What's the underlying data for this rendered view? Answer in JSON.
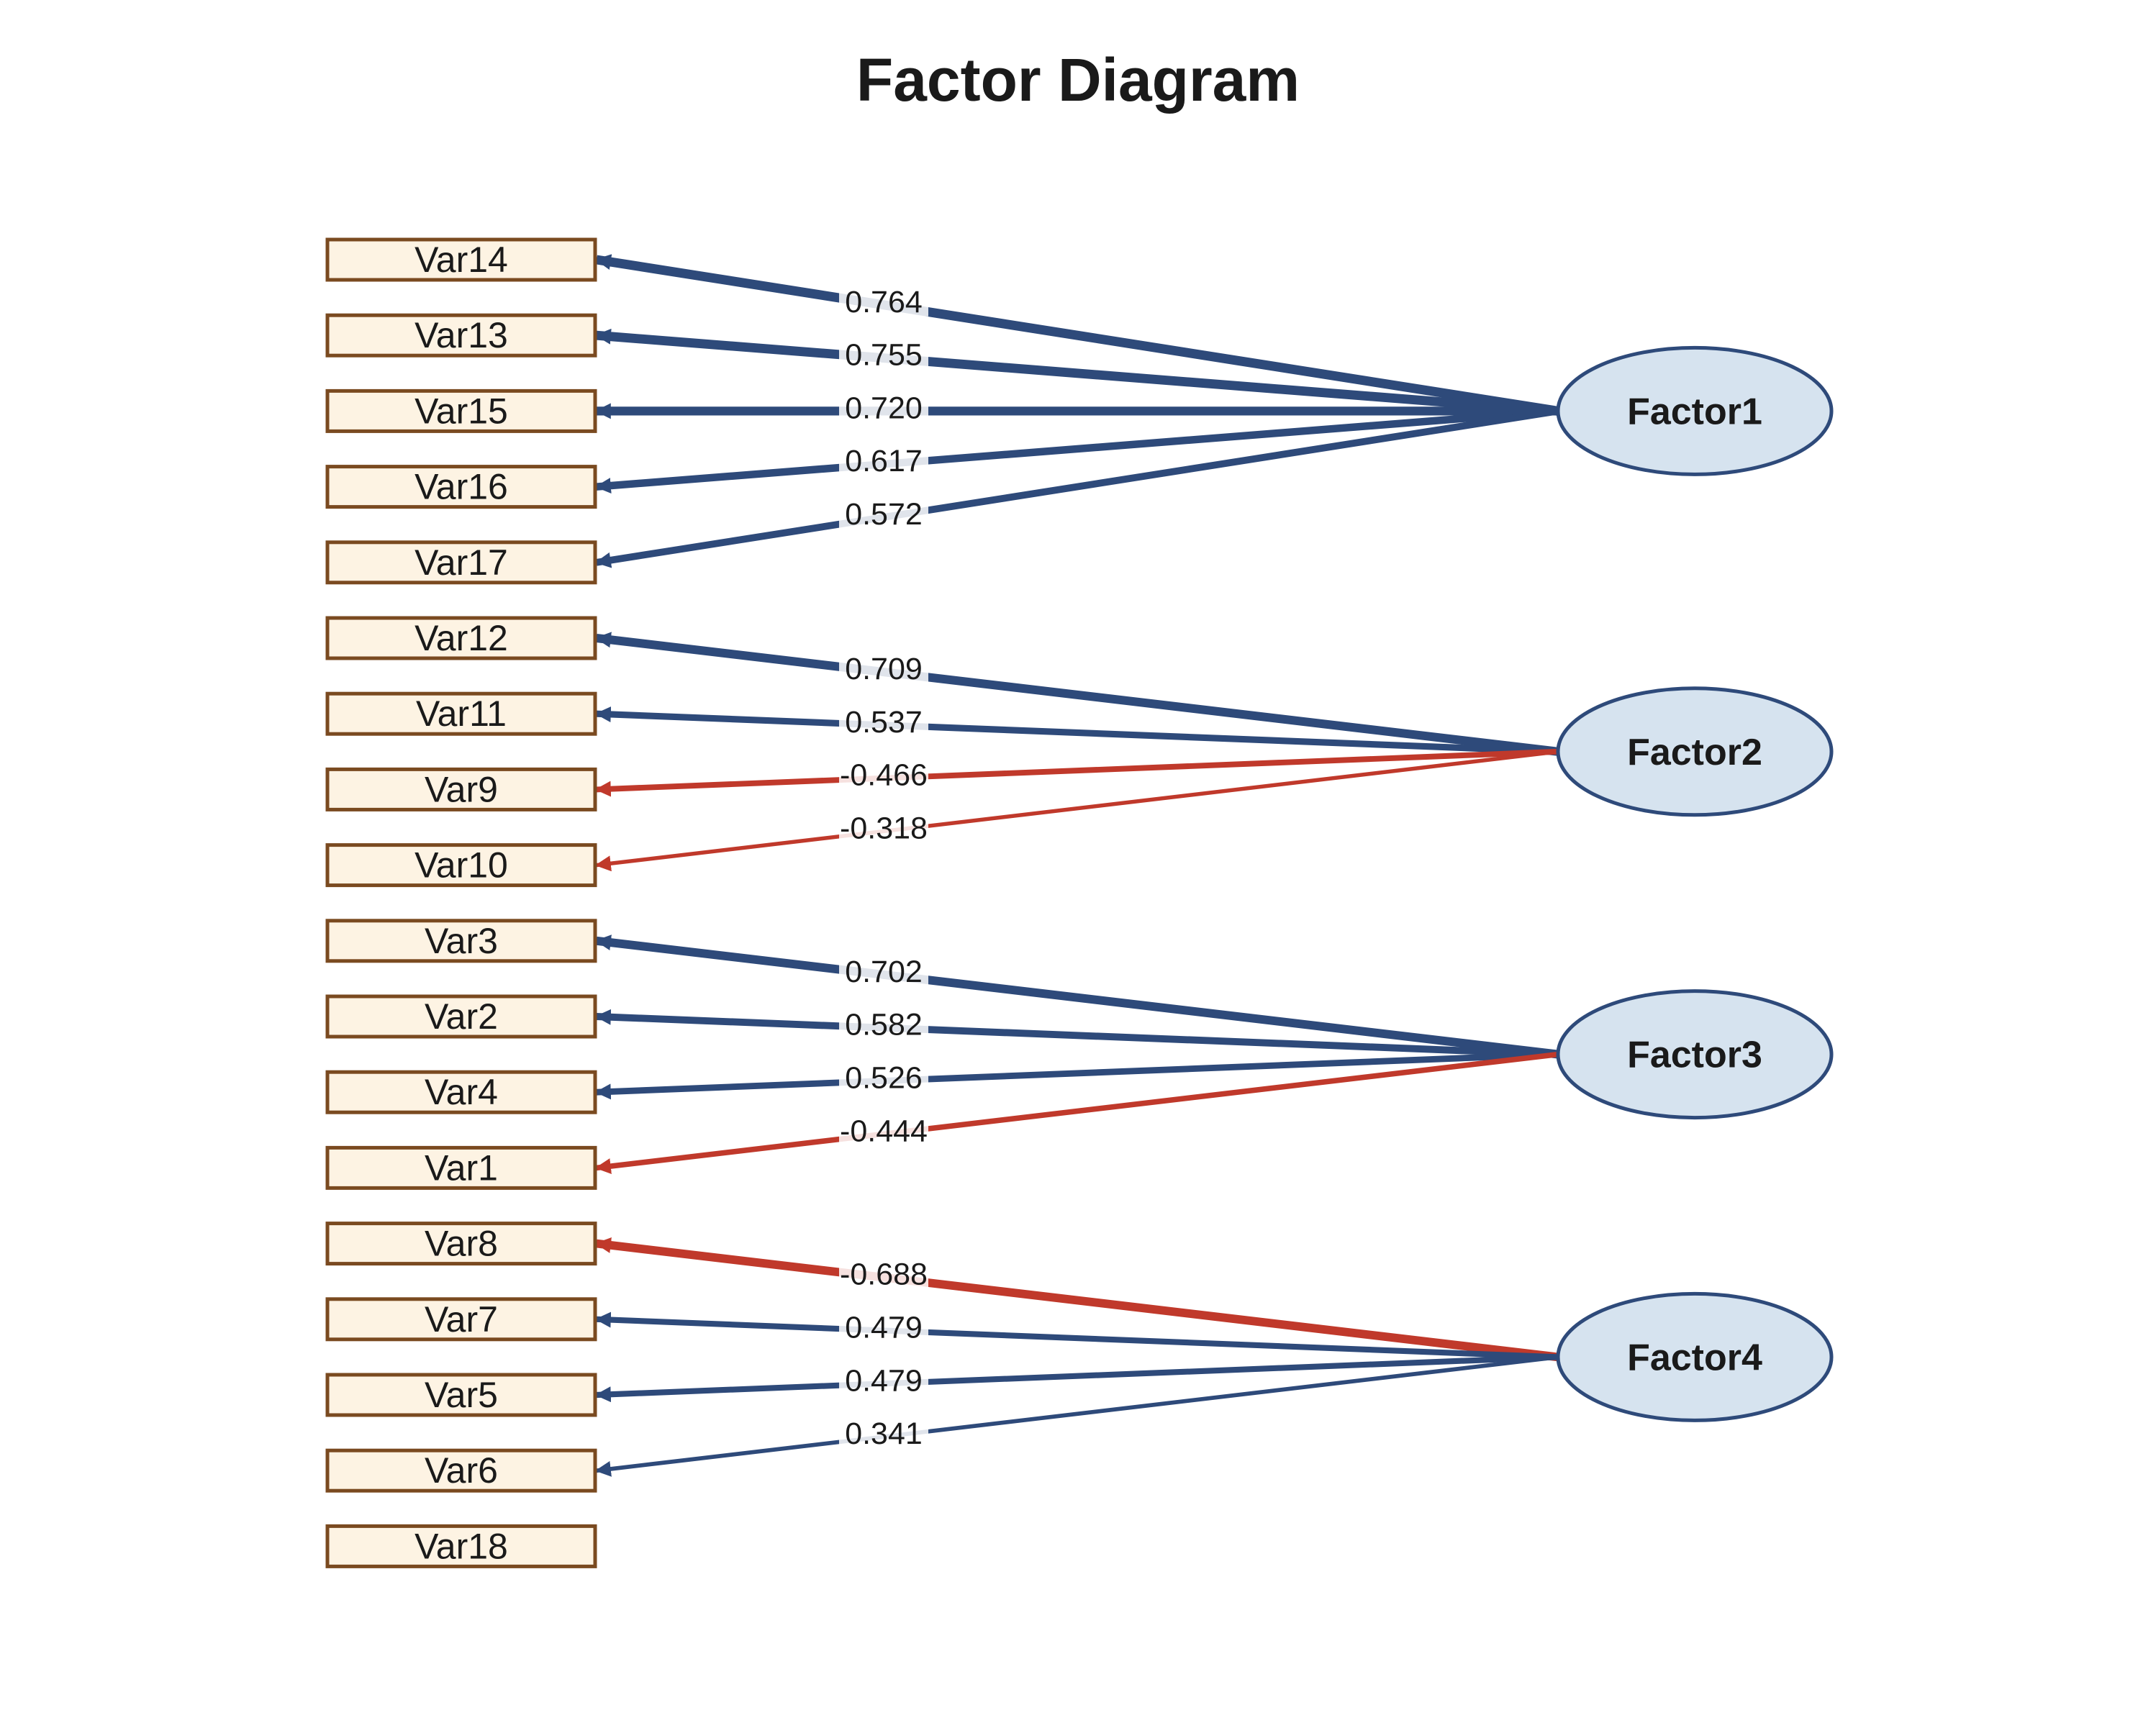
{
  "title": "Factor Diagram",
  "colors": {
    "positive": "#2e4a7a",
    "negative": "#c0392b",
    "factor_fill": "#d6e3ef",
    "factor_stroke": "#2e4a7a",
    "var_fill": "#fdf3e3",
    "var_stroke": "#7a4a20",
    "text": "#1a1a1a"
  },
  "variables": [
    "Var14",
    "Var13",
    "Var15",
    "Var16",
    "Var17",
    "Var12",
    "Var11",
    "Var9",
    "Var10",
    "Var3",
    "Var2",
    "Var4",
    "Var1",
    "Var8",
    "Var7",
    "Var5",
    "Var6",
    "Var18"
  ],
  "factors": [
    "Factor1",
    "Factor2",
    "Factor3",
    "Factor4"
  ],
  "loadings": [
    {
      "factor": "Factor1",
      "variable": "Var14",
      "value": 0.764,
      "label": "0.764"
    },
    {
      "factor": "Factor1",
      "variable": "Var13",
      "value": 0.755,
      "label": "0.755"
    },
    {
      "factor": "Factor1",
      "variable": "Var15",
      "value": 0.72,
      "label": "0.720"
    },
    {
      "factor": "Factor1",
      "variable": "Var16",
      "value": 0.617,
      "label": "0.617"
    },
    {
      "factor": "Factor1",
      "variable": "Var17",
      "value": 0.572,
      "label": "0.572"
    },
    {
      "factor": "Factor2",
      "variable": "Var12",
      "value": 0.709,
      "label": "0.709"
    },
    {
      "factor": "Factor2",
      "variable": "Var11",
      "value": 0.537,
      "label": "0.537"
    },
    {
      "factor": "Factor2",
      "variable": "Var9",
      "value": -0.466,
      "label": "-0.466"
    },
    {
      "factor": "Factor2",
      "variable": "Var10",
      "value": -0.318,
      "label": "-0.318"
    },
    {
      "factor": "Factor3",
      "variable": "Var3",
      "value": 0.702,
      "label": "0.702"
    },
    {
      "factor": "Factor3",
      "variable": "Var2",
      "value": 0.582,
      "label": "0.582"
    },
    {
      "factor": "Factor3",
      "variable": "Var4",
      "value": 0.526,
      "label": "0.526"
    },
    {
      "factor": "Factor3",
      "variable": "Var1",
      "value": -0.444,
      "label": "-0.444"
    },
    {
      "factor": "Factor4",
      "variable": "Var8",
      "value": -0.688,
      "label": "-0.688"
    },
    {
      "factor": "Factor4",
      "variable": "Var7",
      "value": 0.479,
      "label": "0.479"
    },
    {
      "factor": "Factor4",
      "variable": "Var5",
      "value": 0.479,
      "label": "0.479"
    },
    {
      "factor": "Factor4",
      "variable": "Var6",
      "value": 0.341,
      "label": "0.341"
    }
  ]
}
